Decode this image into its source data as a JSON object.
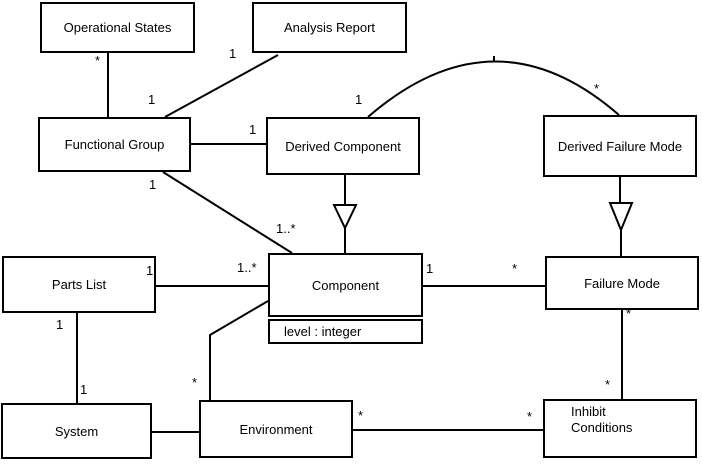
{
  "diagram": {
    "kind": "uml-class-diagram",
    "background_color": "#ffffff",
    "line_color": "#000000",
    "text_color": "#000000",
    "classes": [
      {
        "id": "operational-states",
        "name": "Operational States"
      },
      {
        "id": "analysis-report",
        "name": "Analysis Report"
      },
      {
        "id": "functional-group",
        "name": "Functional Group"
      },
      {
        "id": "derived-component",
        "name": "Derived Component"
      },
      {
        "id": "derived-failure-mode",
        "name": "Derived Failure Mode"
      },
      {
        "id": "parts-list",
        "name": "Parts List"
      },
      {
        "id": "component",
        "name": "Component",
        "attributes": [
          "level : integer"
        ]
      },
      {
        "id": "failure-mode",
        "name": "Failure Mode"
      },
      {
        "id": "system",
        "name": "System"
      },
      {
        "id": "environment",
        "name": "Environment"
      },
      {
        "id": "inhibit-conditions",
        "name": "Inhibit Conditions"
      }
    ],
    "relationships": [
      {
        "type": "association",
        "from": "Operational States",
        "from_label": "*",
        "to": "Functional Group",
        "to_label": "1"
      },
      {
        "type": "association",
        "from": "Analysis Report",
        "from_label": "1",
        "to": "Functional Group",
        "to_label": ""
      },
      {
        "type": "association",
        "from": "Functional Group",
        "from_label": "",
        "to": "Derived Component",
        "to_label": "1"
      },
      {
        "type": "association",
        "from": "Derived Component",
        "from_label": "1",
        "to": "Derived Failure Mode",
        "to_label": "*"
      },
      {
        "type": "association",
        "from": "Functional Group",
        "from_label": "1",
        "to": "Component",
        "to_label": "1..*"
      },
      {
        "type": "association",
        "from": "Parts List",
        "from_label": "1",
        "to": "Component",
        "to_label": "1..*"
      },
      {
        "type": "association",
        "from": "Parts List",
        "from_label": "1",
        "to": "System",
        "to_label": "1"
      },
      {
        "type": "association",
        "from": "System",
        "from_label": "",
        "to": "Environment",
        "to_label": ""
      },
      {
        "type": "association",
        "from": "Environment",
        "from_label": "*",
        "to": "Component",
        "to_label": ""
      },
      {
        "type": "association",
        "from": "Component",
        "from_label": "1",
        "to": "Failure Mode",
        "to_label": "*"
      },
      {
        "type": "association",
        "from": "Failure Mode",
        "from_label": "*",
        "to": "Inhibit Conditions",
        "to_label": "*"
      },
      {
        "type": "association",
        "from": "Environment",
        "from_label": "*",
        "to": "Inhibit Conditions",
        "to_label": "*"
      },
      {
        "type": "generalization",
        "from": "Derived Component",
        "from_label": "",
        "to": "Component",
        "to_label": ""
      },
      {
        "type": "generalization",
        "from": "Derived Failure Mode",
        "from_label": "",
        "to": "Failure Mode",
        "to_label": ""
      }
    ]
  }
}
